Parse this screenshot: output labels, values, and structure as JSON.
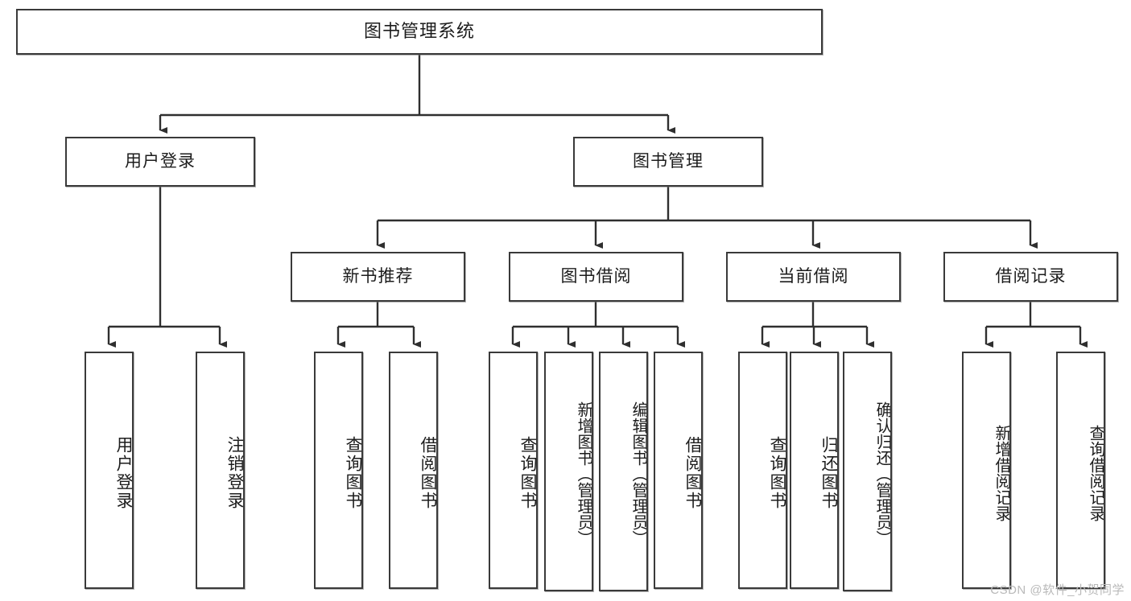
{
  "diagram": {
    "title": "图书管理系统",
    "watermark": "CSDN @软件_小贺同学",
    "stroke_color": "#3a3a3a",
    "fill_color": "#ffffff",
    "text_color": "#1c1c1c",
    "watermark_color": "#b9b9b9"
  },
  "nodes": {
    "root": {
      "label": "图书管理系统"
    },
    "level2": [
      {
        "label": "用户登录"
      },
      {
        "label": "图书管理"
      }
    ],
    "level3": [
      {
        "label": "新书推荐"
      },
      {
        "label": "图书借阅"
      },
      {
        "label": "当前借阅"
      },
      {
        "label": "借阅记录"
      }
    ],
    "leaves_user_login": [
      {
        "label": "用户登录"
      },
      {
        "label": "注销登录"
      }
    ],
    "leaves_new_book": [
      {
        "label": "查询图书"
      },
      {
        "label": "借阅图书"
      }
    ],
    "leaves_borrow": [
      {
        "label": "查询图书"
      },
      {
        "label": "新增图书（管理员）"
      },
      {
        "label": "编辑图书（管理员）"
      },
      {
        "label": "借阅图书"
      }
    ],
    "leaves_current": [
      {
        "label": "查询图书"
      },
      {
        "label": "归还图书"
      },
      {
        "label": "确认归还（管理员）"
      }
    ],
    "leaves_record": [
      {
        "label": "新增借阅记录"
      },
      {
        "label": "查询借阅记录"
      }
    ]
  },
  "chart_data": {
    "type": "tree-diagram",
    "title": "图书管理系统",
    "orientation": "top-down",
    "tree": {
      "label": "图书管理系统",
      "children": [
        {
          "label": "用户登录",
          "children": [
            {
              "label": "用户登录"
            },
            {
              "label": "注销登录"
            }
          ]
        },
        {
          "label": "图书管理",
          "children": [
            {
              "label": "新书推荐",
              "children": [
                {
                  "label": "查询图书"
                },
                {
                  "label": "借阅图书"
                }
              ]
            },
            {
              "label": "图书借阅",
              "children": [
                {
                  "label": "查询图书"
                },
                {
                  "label": "新增图书（管理员）"
                },
                {
                  "label": "编辑图书（管理员）"
                },
                {
                  "label": "借阅图书"
                }
              ]
            },
            {
              "label": "当前借阅",
              "children": [
                {
                  "label": "查询图书"
                },
                {
                  "label": "归还图书"
                },
                {
                  "label": "确认归还（管理员）"
                }
              ]
            },
            {
              "label": "借阅记录",
              "children": [
                {
                  "label": "新增借阅记录"
                },
                {
                  "label": "查询借阅记录"
                }
              ]
            }
          ]
        }
      ]
    }
  }
}
